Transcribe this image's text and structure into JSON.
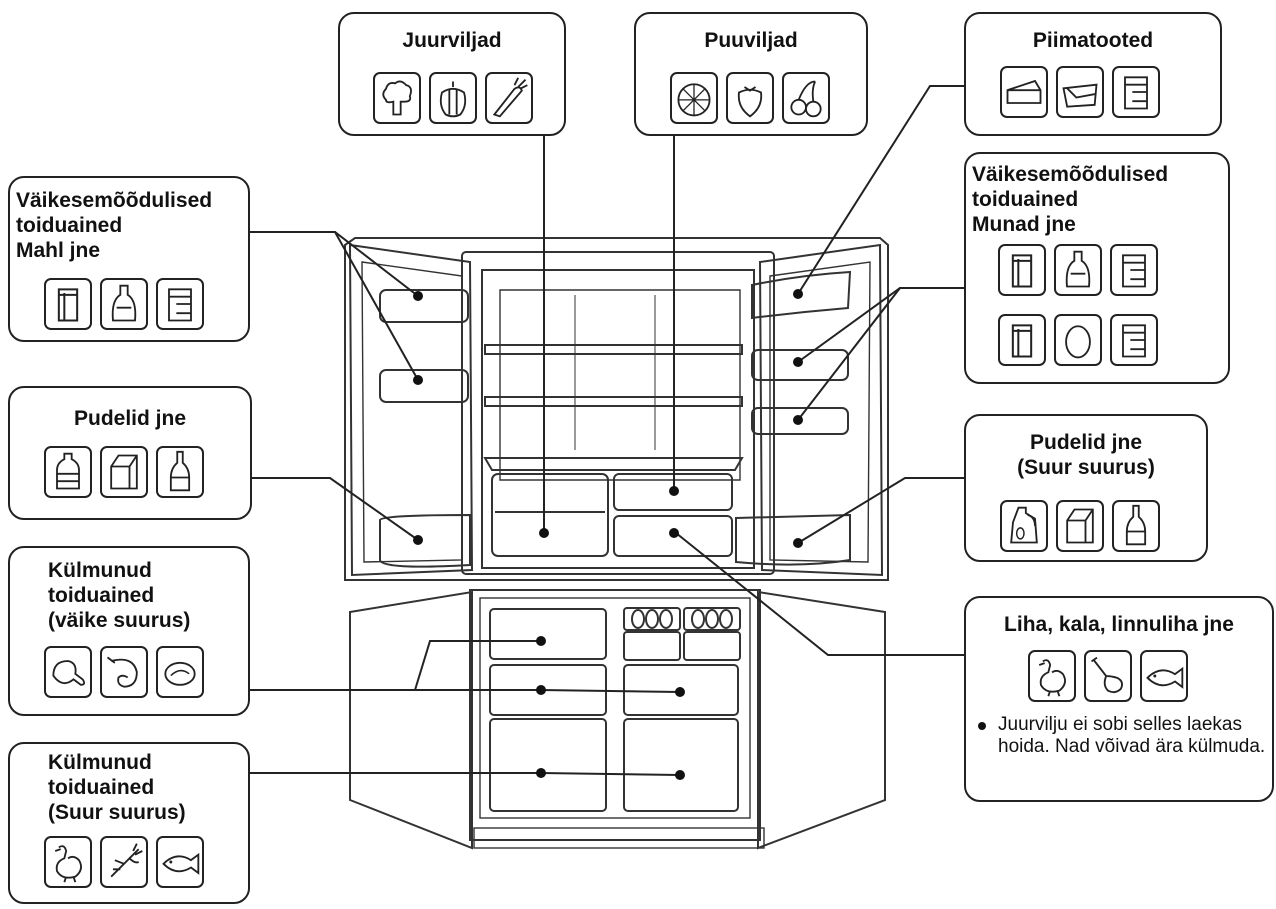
{
  "labels": {
    "vegetables": "Juurviljad",
    "fruits": "Puuviljad",
    "dairy": "Piimatooted",
    "small_juice": "Väikesemõõdulised\ntoiduained\nMahl jne",
    "small_eggs": "Väikesemõõdulised\ntoiduained\nMunad jne",
    "bottles": "Pudelid jne",
    "bottles_large": "Pudelid jne\n(Suur suurus)",
    "frozen_small": "Külmunud\ntoiduained\n(väike suurus)",
    "frozen_large": "Külmunud\ntoiduained\n(Suur suurus)",
    "meat": "Liha, kala, linnuliha jne",
    "meat_note": "Juurvilju ei sobi selles laekas hoida. Nad võivad ära külmuda."
  },
  "icons": {
    "vegetables": [
      "broccoli-icon",
      "pepper-icon",
      "carrot-icon"
    ],
    "fruits": [
      "orange-slice-icon",
      "strawberry-icon",
      "cherry-icon"
    ],
    "dairy": [
      "cheese-icon",
      "butter-icon",
      "jar-icon"
    ],
    "small_juice": [
      "can-icon",
      "sauce-bottle-icon",
      "jar-icon"
    ],
    "small_eggs_row1": [
      "can-icon",
      "sauce-bottle-icon",
      "jar-icon"
    ],
    "small_eggs_row2": [
      "can-icon",
      "egg-icon",
      "jar-icon"
    ],
    "bottles": [
      "water-bottle-icon",
      "milk-carton-icon",
      "wine-bottle-icon"
    ],
    "bottles_large": [
      "jug-icon",
      "milk-carton-icon",
      "wine-bottle-icon"
    ],
    "frozen_small": [
      "chicken-leg-icon",
      "shrimp-icon",
      "fish-steak-icon"
    ],
    "frozen_large": [
      "chicken-icon",
      "lobster-icon",
      "fish-icon"
    ],
    "meat": [
      "chicken-icon",
      "meat-leg-icon",
      "fish-icon"
    ]
  }
}
